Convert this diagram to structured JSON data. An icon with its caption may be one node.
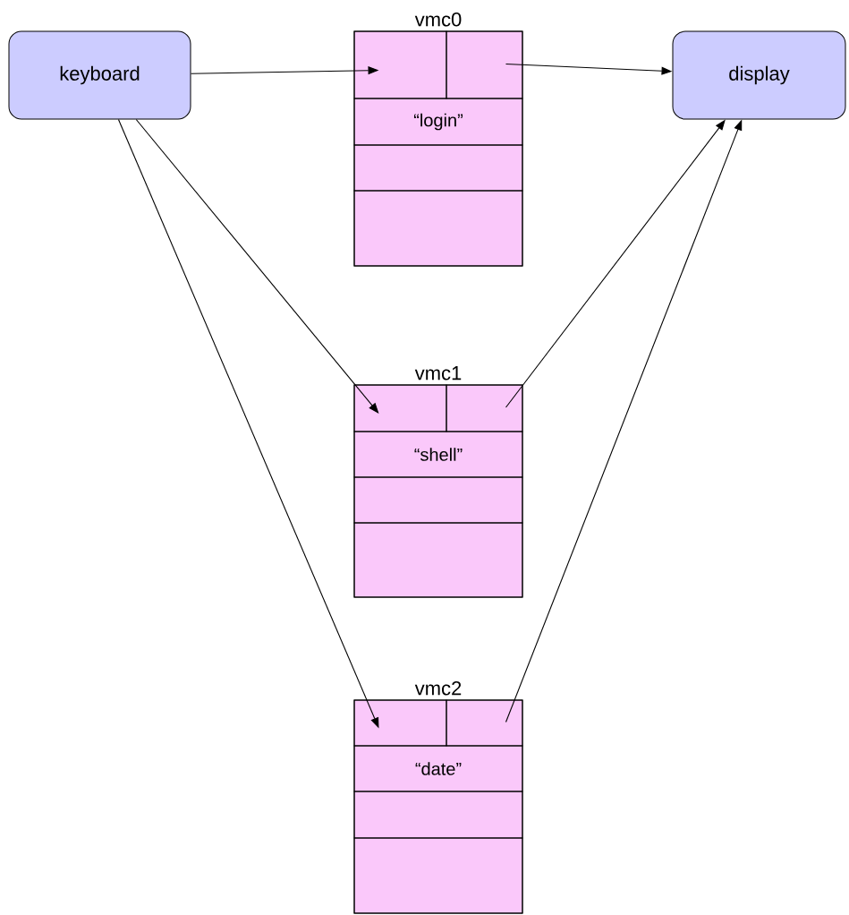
{
  "diagram": {
    "nodes": [
      {
        "text": [
          "keyboard"
        ]
      },
      {
        "text": [
          "display"
        ]
      },
      {
        "text": [
          "vmc0"
        ]
      },
      {
        "text": [],
        "shape": "box",
        "in": 2
      },
      {
        "text": [],
        "shape": "box",
        "in": 2
      },
      {
        "text": [
          "“login”"
        ],
        "in": 2
      },
      {
        "text": [],
        "shape": "box",
        "in": 2
      },
      {
        "text": [],
        "shape": "box",
        "in": 2
      },
      {
        "text": [
          "vmc1"
        ]
      },
      {
        "text": [],
        "shape": "box",
        "in": 8
      },
      {
        "text": [],
        "shape": "box",
        "in": 8
      },
      {
        "text": [
          "“shell”"
        ],
        "in": 8
      },
      {
        "text": [],
        "shape": "box",
        "in": 8
      },
      {
        "text": [],
        "shape": "box",
        "in": 8
      },
      {
        "text": [
          "vmc2"
        ]
      },
      {
        "text": [],
        "shape": "box",
        "in": 14
      },
      {
        "text": [],
        "shape": "box",
        "in": 14
      },
      {
        "text": [
          "“date”"
        ],
        "in": 14
      },
      {
        "text": [],
        "shape": "box",
        "in": 14
      },
      {
        "text": [],
        "shape": "box",
        "in": 14
      }
    ],
    "edges": [
      {
        "from": 0,
        "to": 3,
        "arrow": "to"
      },
      {
        "from": 4,
        "to": 1,
        "arrow": "to"
      },
      {
        "from": 0,
        "to": 9,
        "arrow": "to"
      },
      {
        "from": 10,
        "to": 1,
        "arrow": "to"
      },
      {
        "from": 0,
        "to": 15,
        "arrow": "to"
      },
      {
        "from": 16,
        "to": 1,
        "arrow": "to"
      }
    ]
  }
}
